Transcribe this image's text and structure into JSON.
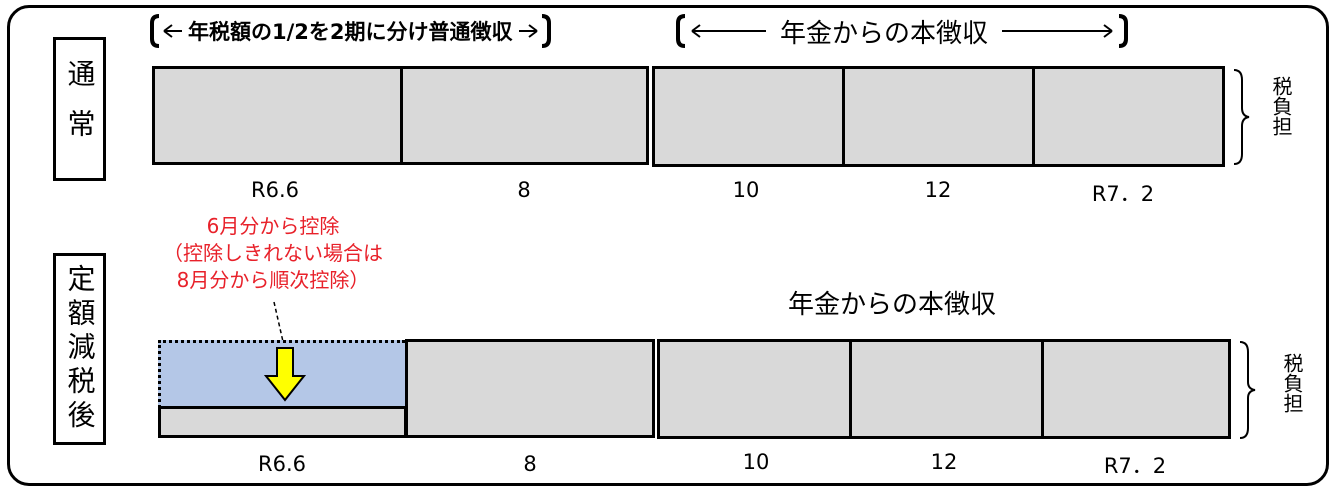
{
  "rows": {
    "normal": {
      "side_label": "通常",
      "header_left": "年税額の1/2を2期に分け普通徴収",
      "header_right": "年金からの本徴収",
      "tax_label": "税負担",
      "months": [
        "R6.6",
        "8",
        "10",
        "12",
        "R7．2"
      ]
    },
    "reduced": {
      "side_label": "定額減税後",
      "header_right": "年金からの本徴収",
      "tax_label": "税負担",
      "months": [
        "R6.6",
        "8",
        "10",
        "12",
        "R7．2"
      ],
      "note_lines": [
        "6月分から控除",
        "（控除しきれない場合は",
        "8月分から順次控除）"
      ]
    }
  },
  "colors": {
    "box_fill": "#d9d9d9",
    "deduction_fill": "#b4c7e7",
    "arrow_fill": "#ffff00",
    "note_text": "#e8212a"
  }
}
